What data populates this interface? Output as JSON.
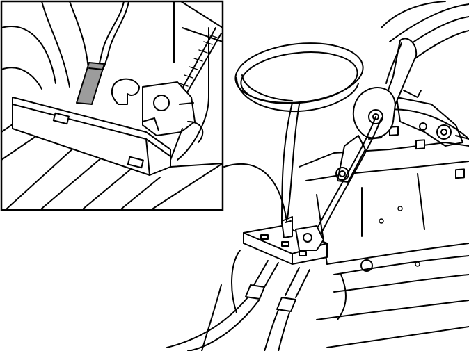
{
  "figure": {
    "kind": "line-art technical illustration",
    "subject_parts": [
      "inset-detail-frame",
      "hood-release-latch",
      "release-cable",
      "coiled-cable-loop",
      "release-lever-handle",
      "lever-pivot-bracket",
      "cable-sleeves"
    ],
    "colors": {
      "line": "#000000",
      "background": "#ffffff",
      "highlight": "#9c9c9c"
    }
  }
}
